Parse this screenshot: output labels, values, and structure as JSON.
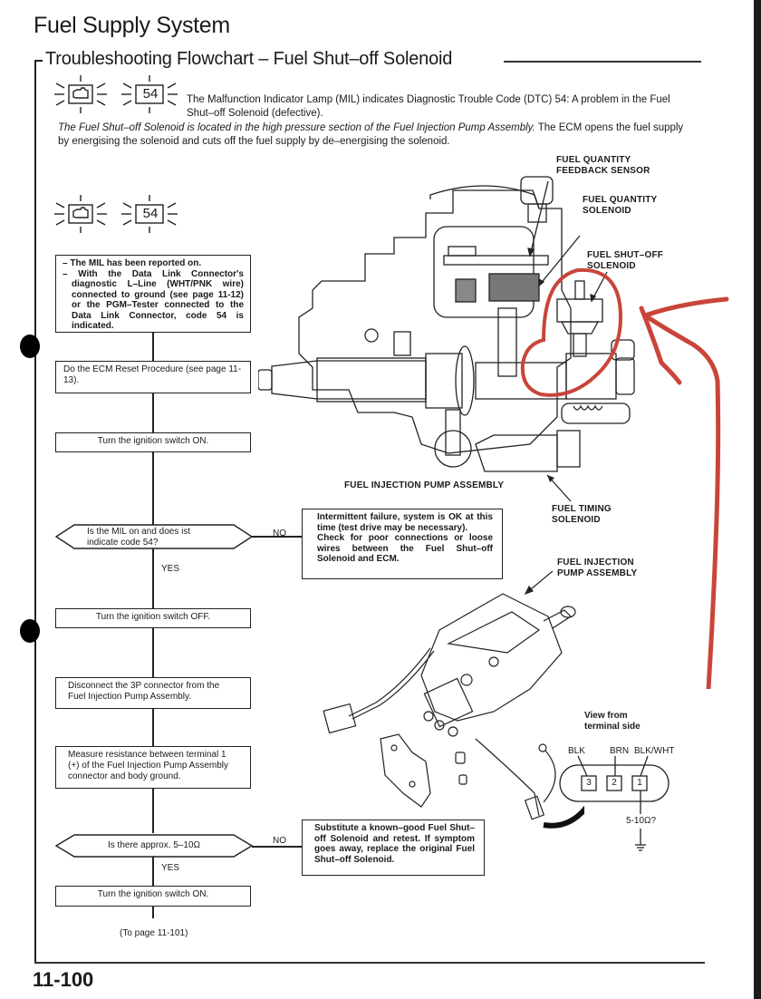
{
  "page": {
    "title": "Fuel Supply System",
    "section_title": "Troubleshooting Flowchart – Fuel Shut–off Solenoid",
    "page_number": "11-100"
  },
  "intro": {
    "mil_code": "54",
    "mil_description": "The Malfunction Indicator Lamp (MIL) indicates Diagnostic Trouble Code (DTC) 54: A problem in the Fuel Shut–off Solenoid (defective).",
    "location_italic": "The Fuel Shut–off Solenoid is located in the high pressure section of the Fuel Injection Pump Assembly.",
    "location_rest": " The ECM opens the fuel supply by energising the solenoid and cuts off the fuel supply by de–energising the solenoid."
  },
  "flowchart": {
    "indicator_code": "54",
    "start_box": {
      "line1": "– The MIL has been reported on.",
      "line2": "– With the Data Link Connector's diagnostic L–Line (WHT/PNK wire) connected to ground (see page 11-12) or the PGM–Tester connected to the Data Link Connector, code 54 is indicated."
    },
    "step_reset": "Do the ECM Reset Procedure (see page 11-13).",
    "step_ignition_on": "Turn the ignition switch ON.",
    "decision_1": "Is the MIL on and does ist indicate code 54?",
    "decision_1_no": "NO",
    "decision_1_yes": "YES",
    "decision_1_no_result": {
      "line1": "Intermittent failure, system is OK at this time (test drive may be necessary).",
      "line2": "Check for poor connections or loose wires between the Fuel Shut–off Solenoid and ECM."
    },
    "step_ignition_off": "Turn the ignition switch OFF.",
    "step_disconnect": "Disconnect the 3P connector from the Fuel Injection Pump Assembly.",
    "step_measure": "Measure resistance between terminal 1 (+) of the Fuel Injection Pump Assembly connector and body ground.",
    "decision_2": "Is there approx. 5–10Ω",
    "decision_2_no": "NO",
    "decision_2_yes": "YES",
    "decision_2_no_result": "Substitute a known–good Fuel Shut–off Solenoid and retest. If symptom goes away, replace the original Fuel Shut–off Solenoid.",
    "step_ignition_on_2": "Turn the ignition switch ON.",
    "continue_note": "(To page 11-101)"
  },
  "diagram": {
    "labels": {
      "feedback_sensor": "FUEL QUANTITY\nFEEDBACK SENSOR",
      "quantity_solenoid": "FUEL QUANTITY\nSOLENOID",
      "shutoff_solenoid": "FUEL SHUT–OFF\nSOLENOID",
      "pump_assembly": "FUEL INJECTION PUMP ASSEMBLY",
      "timing_solenoid": "FUEL TIMING\nSOLENOID",
      "pump_assembly_2": "FUEL INJECTION\nPUMP ASSEMBLY"
    },
    "connector": {
      "view_label": "View from\nterminal side",
      "wire_labels": [
        "BLK",
        "BRN",
        "BLK/WHT"
      ],
      "terminals": [
        "3",
        "2",
        "1"
      ],
      "resistance": "5-10Ω?"
    },
    "annotation_color": "#c9453a"
  }
}
